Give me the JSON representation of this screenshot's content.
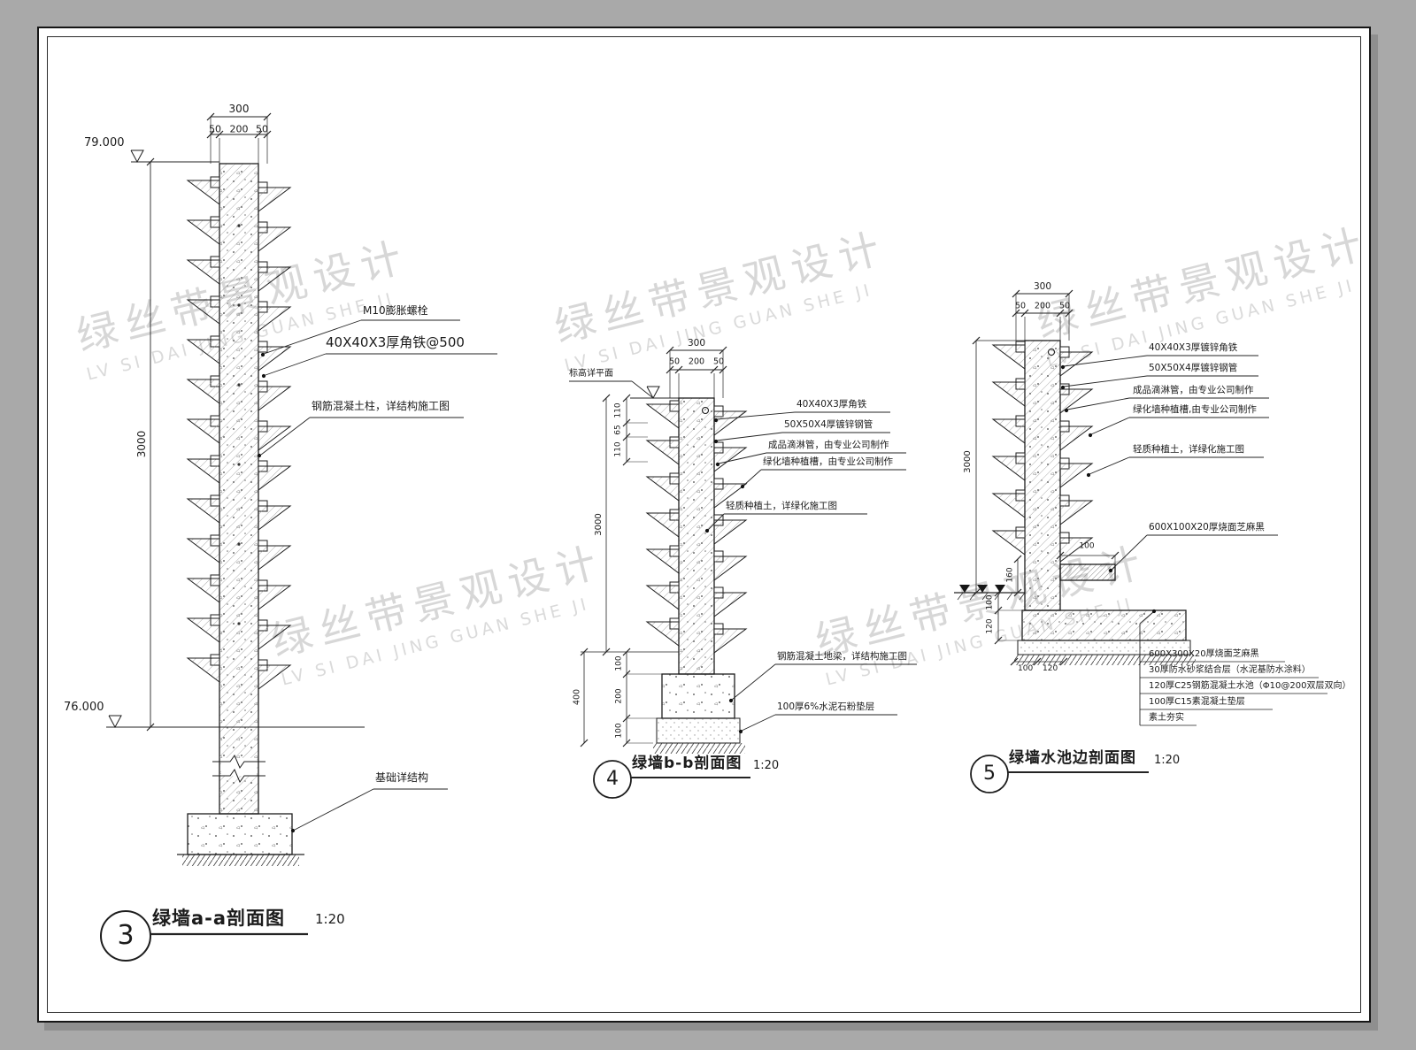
{
  "watermark": {
    "cn": "绿丝带景观设计",
    "en": "LV SI DAI JING GUAN SHE JI"
  },
  "d3": {
    "dim_300": "300",
    "dim_50a": "50",
    "dim_200": "200",
    "dim_50b": "50",
    "elev_top": "79.000",
    "elev_bot": "76.000",
    "dim_3000": "3000",
    "ann_bolt": "M10膨胀螺栓",
    "ann_angle": "40X40X3厚角铁@500",
    "ann_column": "钢筋混凝土柱，详结构施工图",
    "ann_footing": "基础详结构",
    "num": "3",
    "title": "绿墙a-a剖面图",
    "scale": "1:20"
  },
  "d4": {
    "dim_300": "300",
    "dim_50a": "50",
    "dim_200": "200",
    "dim_50b": "50",
    "dim_110a": "110",
    "dim_65": "65",
    "dim_110b": "110",
    "dim_3000": "3000",
    "dim_400": "400",
    "dim_100a": "100",
    "dim_200b": "200",
    "dim_100b": "100",
    "label_level": "标高详平面",
    "ann_angle": "40X40X3厚角铁",
    "ann_pipe": "50X50X4厚镀锌钢管",
    "ann_drip": "成品滴淋管，由专业公司制作",
    "ann_trough": "绿化墙种植槽，由专业公司制作",
    "ann_soil": "轻质种植土，详绿化施工图",
    "ann_beam": "钢筋混凝土地梁，详结构施工图",
    "ann_bed": "100厚6%水泥石粉垫层",
    "num": "4",
    "title": "绿墙b-b剖面图",
    "scale": "1:20"
  },
  "d5": {
    "dim_300": "300",
    "dim_50a": "50",
    "dim_200": "200",
    "dim_50b": "50",
    "dim_3000": "3000",
    "dim_160": "160",
    "dim_100L": "100",
    "dim_120L": "120",
    "dim_100B": "100",
    "dim_120B": "120",
    "dim_100C": "100",
    "ann_angle": "40X40X3厚镀锌角铁",
    "ann_pipe": "50X50X4厚镀锌钢管",
    "ann_drip": "成品滴淋管，由专业公司制作",
    "ann_trough": "绿化墙种植槽,由专业公司制作",
    "ann_soil": "轻质种植土，详绿化施工图",
    "ann_coping": "600X100X20厚烧面芝麻黑",
    "pool1": "600X300X20厚烧面芝麻黑",
    "pool2": "30厚防水砂浆结合层（水泥基防水涂料）",
    "pool3": "120厚C25钢筋混凝土水池（Φ10@200双层双向）",
    "pool4": "100厚C15素混凝土垫层",
    "pool5": "素土夯实",
    "num": "5",
    "title": "绿墙水池边剖面图",
    "scale": "1:20"
  }
}
